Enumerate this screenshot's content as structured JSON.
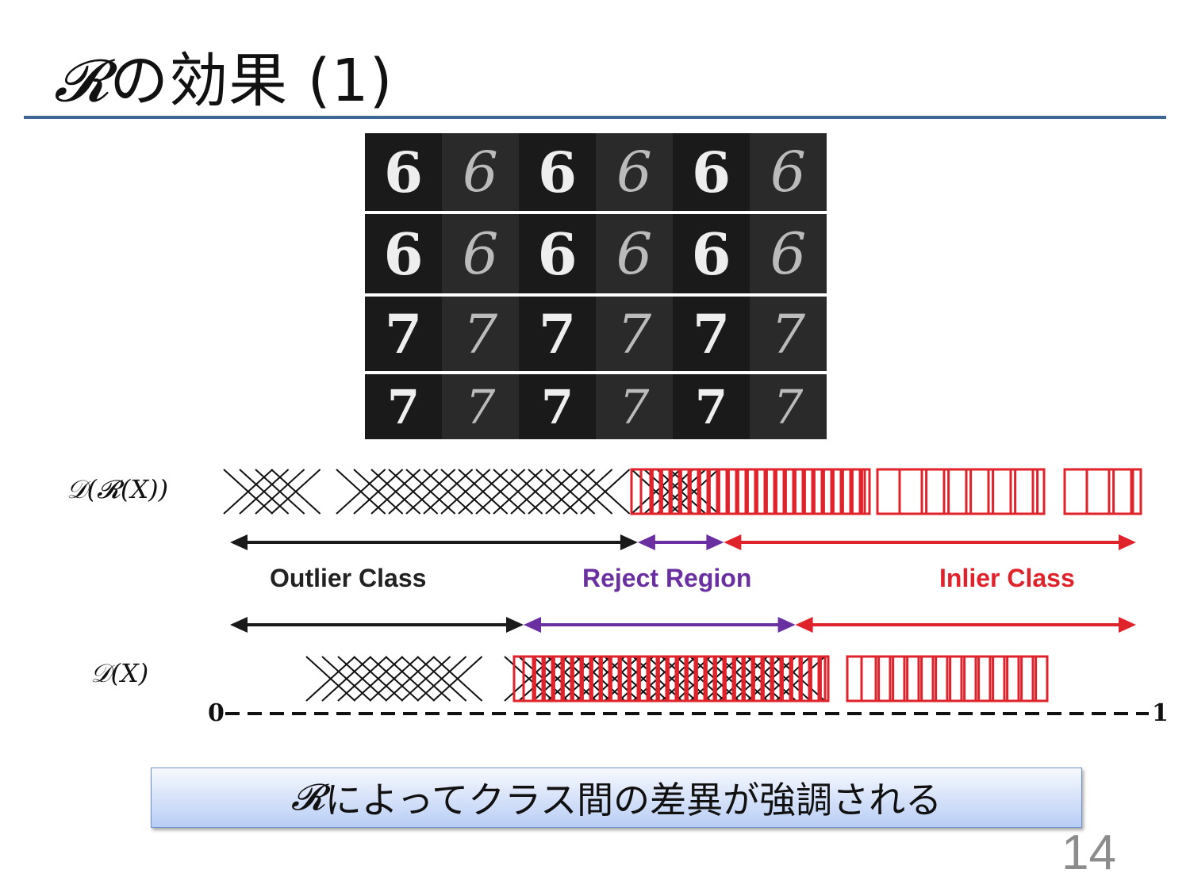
{
  "slide": {
    "title_symbol": "𝓡",
    "title_text": "の効果 (1)",
    "page_number": "14"
  },
  "digit_grid": {
    "rows": [
      {
        "original": "6",
        "generated": "6"
      },
      {
        "original": "6",
        "generated": "6"
      },
      {
        "original": "7",
        "generated": "7"
      },
      {
        "original": "7",
        "generated": "7"
      }
    ]
  },
  "diagram": {
    "top_label": "𝒟(𝓡(X))",
    "bottom_label": "𝒟(X)",
    "regions_top": {
      "outlier": "Outlier Class",
      "reject": "Reject Region",
      "inlier": "Inlier Class"
    },
    "axis_min": "0",
    "axis_max": "1",
    "colors": {
      "outlier": "#1a1a1a",
      "reject": "#6a2fa0",
      "inlier": "#e0222b"
    },
    "boundaries_top": {
      "outlier_end": 0.45,
      "reject_end": 0.545
    },
    "boundaries_bottom": {
      "outlier_end": 0.324,
      "reject_end": 0.624
    }
  },
  "banner": {
    "symbol": "𝓡",
    "text": "によってクラス間の差異が強調される"
  }
}
